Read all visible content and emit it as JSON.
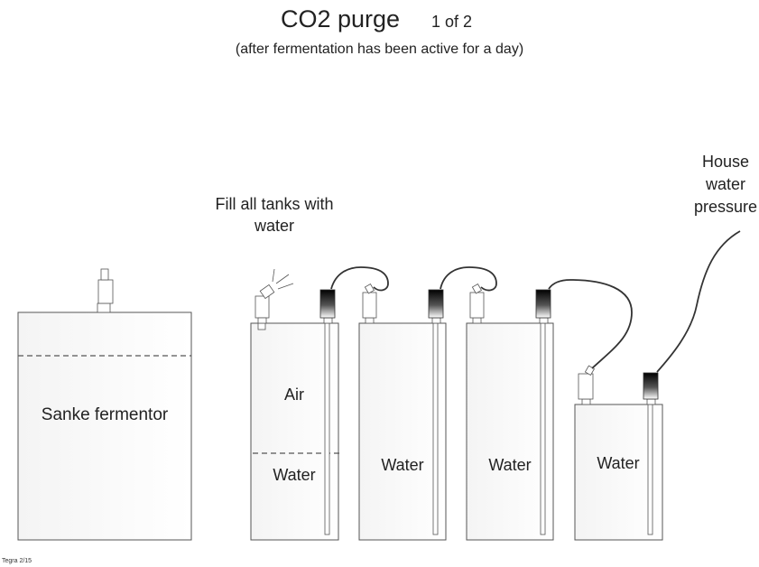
{
  "title": "CO2 purge",
  "page_indicator": "1 of 2",
  "subtitle": "(after fermentation has been active for a day)",
  "fill_note": "Fill all tanks with water",
  "house_label": "House water pressure",
  "fermentor_label": "Sanke fermentor",
  "tank1": {
    "upper_label": "Air",
    "lower_label": "Water"
  },
  "tank2": {
    "label": "Water"
  },
  "tank3": {
    "label": "Water"
  },
  "tank4": {
    "label": "Water"
  },
  "footer": "Tegra 2/15"
}
